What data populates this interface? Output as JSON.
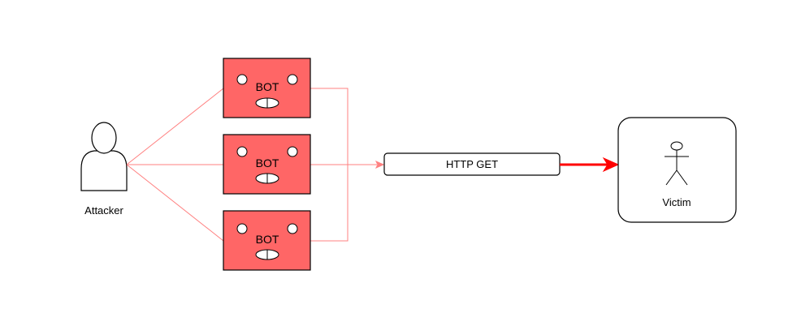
{
  "attacker": {
    "label": "Attacker"
  },
  "bots": [
    {
      "label": "BOT"
    },
    {
      "label": "BOT"
    },
    {
      "label": "BOT"
    }
  ],
  "request": {
    "label": "HTTP GET"
  },
  "victim": {
    "label": "Victim"
  },
  "colors": {
    "bot_fill": "#ff6666",
    "bot_stroke": "#000000",
    "connector": "#ff8080",
    "attack_arrow": "#ff0000",
    "outline": "#000000"
  }
}
